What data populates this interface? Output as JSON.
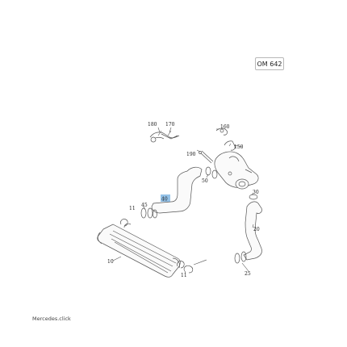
{
  "engine_code": "OM 642",
  "footer": "Mercedes.click",
  "highlight_color": "#3d8fd6",
  "callouts": {
    "c180": "180",
    "c170": "170",
    "c160": "160",
    "c150": "150",
    "c190": "190",
    "c50": "50",
    "c30": "30",
    "c40": "40",
    "c45": "45",
    "c11a": "11",
    "c20": "20",
    "c10": "10",
    "c25": "25",
    "c11b": "11"
  }
}
